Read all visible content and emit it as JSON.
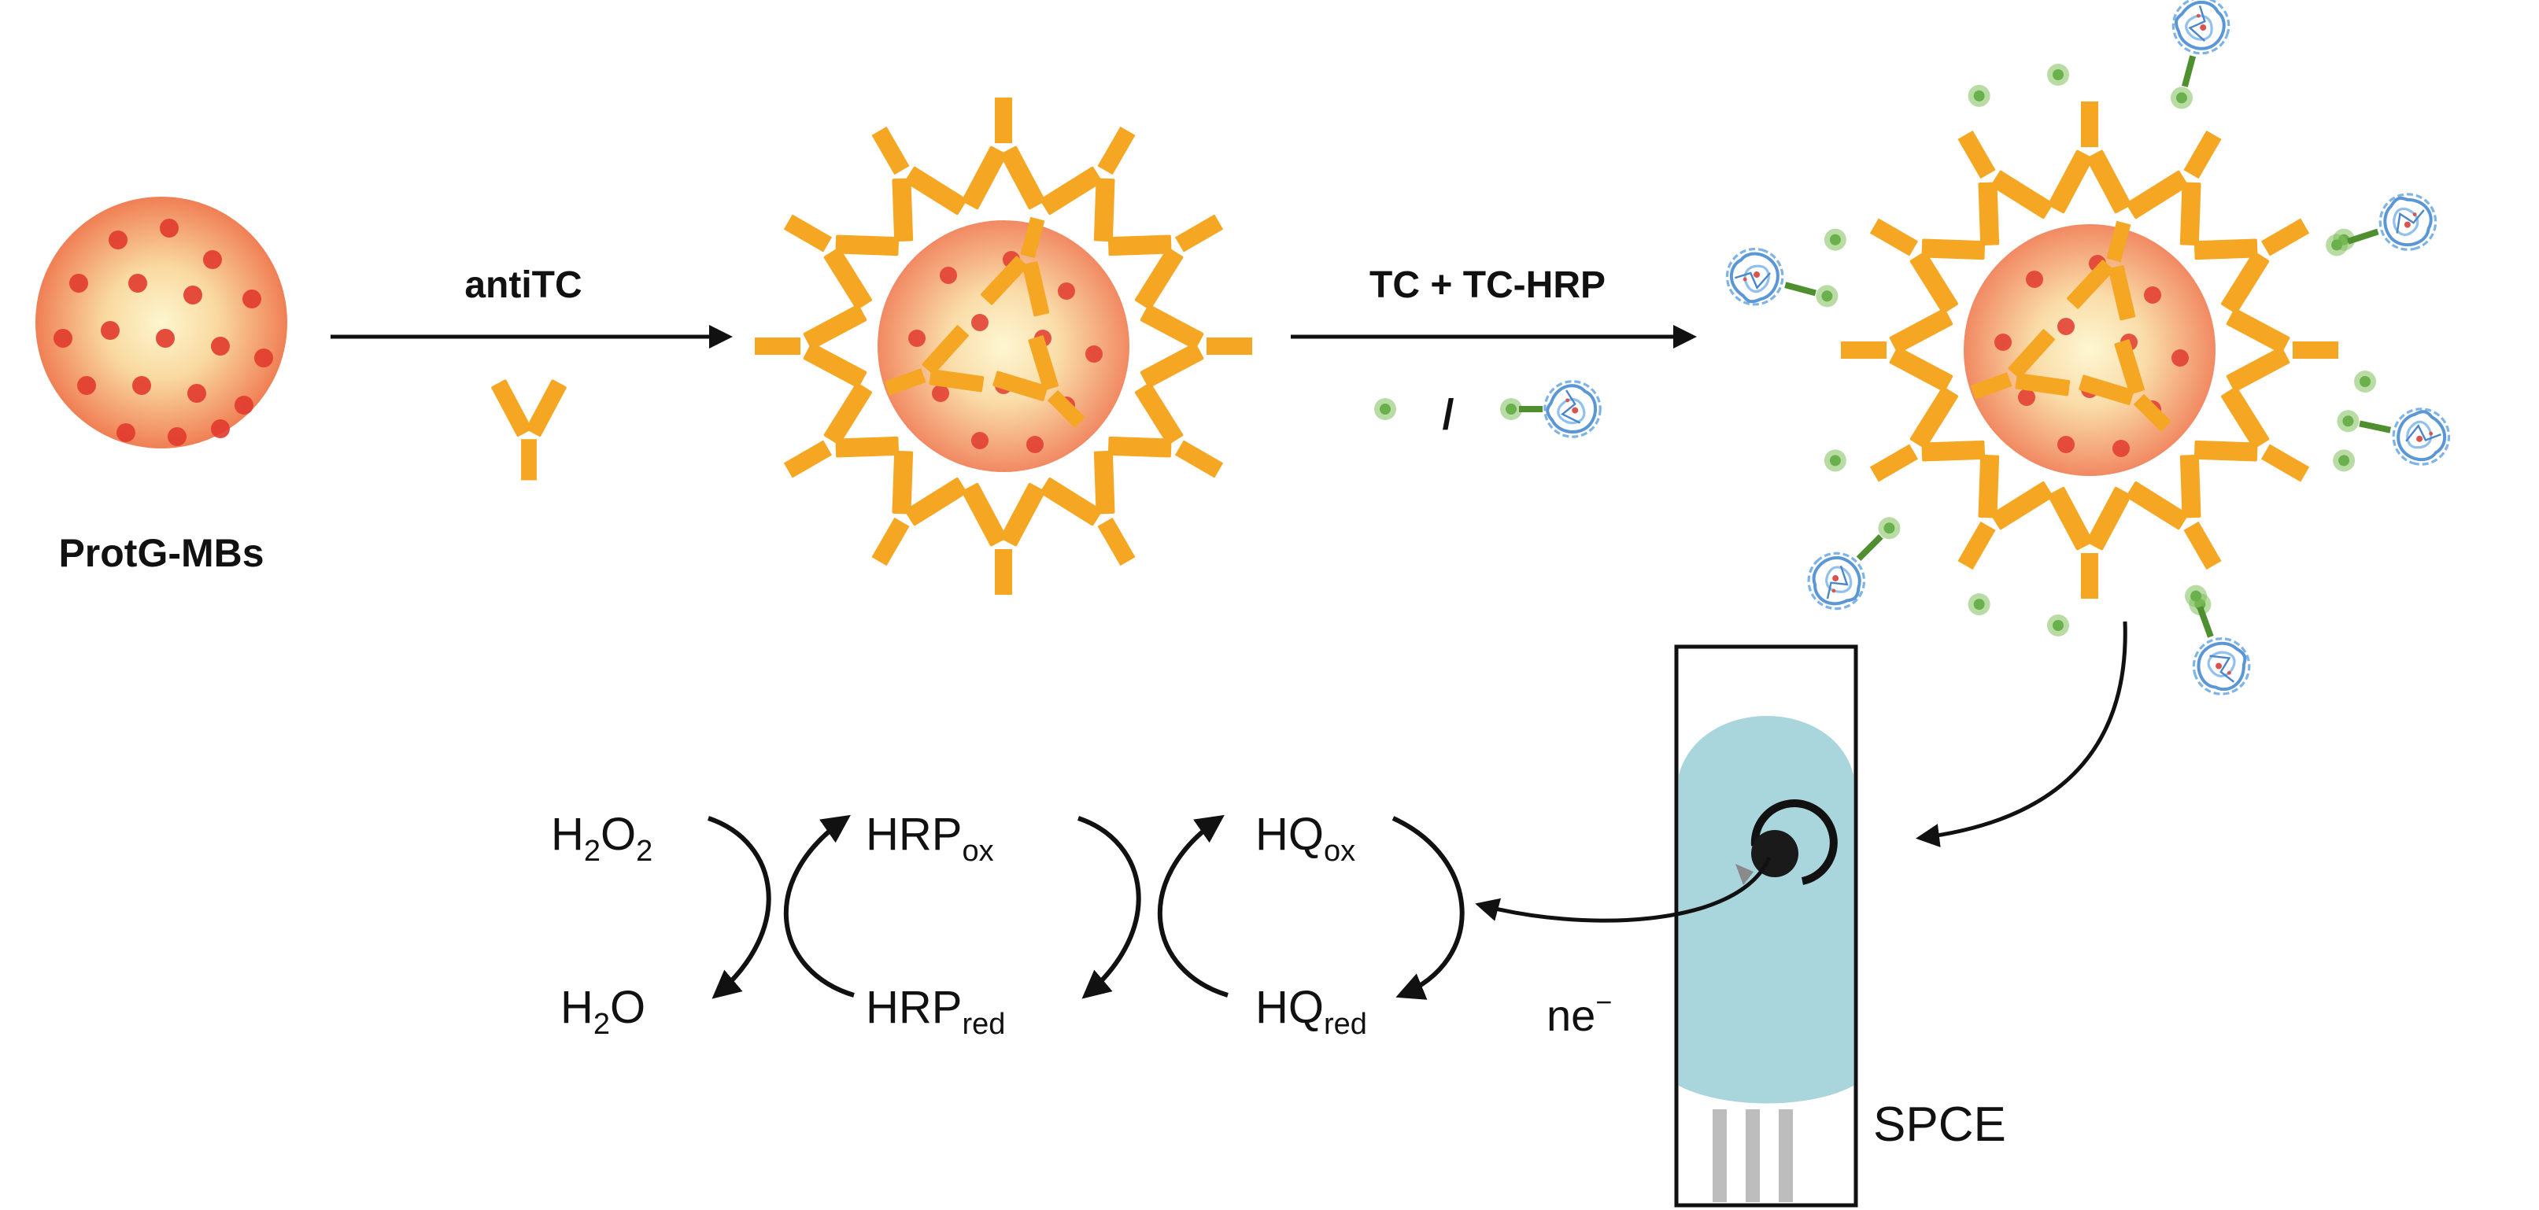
{
  "labels": {
    "beads": "ProtG-MBs",
    "step1": "antiTC",
    "step2": "TC + TC-HRP",
    "slash": "/",
    "electrode": "SPCE",
    "electrons": "ne",
    "electrons_sup": "−"
  },
  "reactions": {
    "h2o2": {
      "a": "H",
      "a_sub": "2",
      "b": "O",
      "b_sub": "2"
    },
    "h2o": {
      "a": "H",
      "a_sub": "2",
      "b": "O"
    },
    "hrp_ox": {
      "main": "HRP",
      "sub": "ox"
    },
    "hrp_red": {
      "main": "HRP",
      "sub": "red"
    },
    "hq_ox": {
      "main": "HQ",
      "sub": "ox"
    },
    "hq_red": {
      "main": "HQ",
      "sub": "red"
    }
  },
  "colors": {
    "antibody": "#f5a623",
    "bead_core": "#f8e7b0",
    "bead_edge": "#f08a5b",
    "dots": "#e23b2e",
    "hapten": "#7fbf5a",
    "enzyme": "#6aa6e0",
    "electrode_body": "#a9d5dc",
    "ink": "#111111"
  }
}
